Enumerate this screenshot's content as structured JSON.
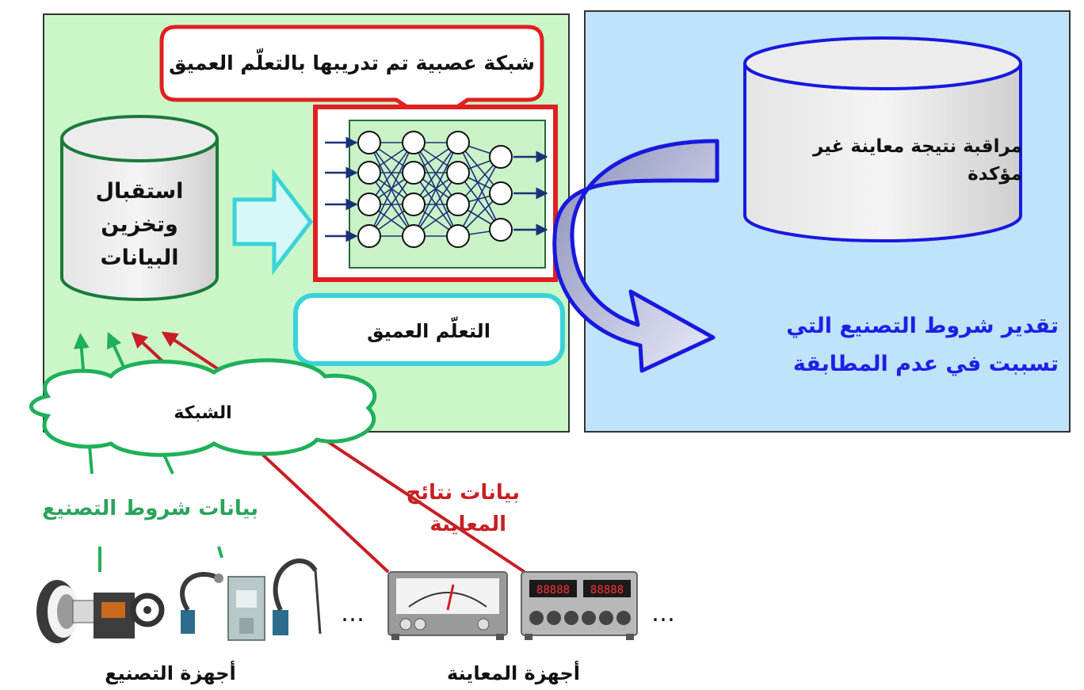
{
  "colors": {
    "left_panel_fill": "#cbf7c8",
    "right_panel_fill": "#bfe3fb",
    "red_accent": "#e02020",
    "blue_accent": "#1818e0",
    "green_accent": "#1fb05a",
    "cyan_accent": "#39d3d8",
    "text_dark": "#111111",
    "text_red": "#c81e24",
    "text_green": "#2aa35c",
    "text_blue": "#1f1fe6"
  },
  "callout": {
    "label": "شبكة عصبية تم تدريبها بالتعلّم العميق"
  },
  "storage_db": {
    "lines": [
      "استقبال",
      "وتخزين",
      "البيانات"
    ]
  },
  "deep_learning": {
    "label": "التعلّم العميق"
  },
  "monitor_db": {
    "lines": [
      "مراقبة نتيجة معاينة غير",
      "مؤكدة"
    ]
  },
  "output": {
    "lines": [
      "تقدير شروط التصنيع التي",
      "تسببت في عدم المطابقة"
    ]
  },
  "network_cloud": {
    "label": "الشبكة"
  },
  "data_labels": {
    "manufacturing_conditions": "بيانات شروط التصنيع",
    "inspection_results_lines": [
      "بيانات نتائج",
      "المعاينة"
    ]
  },
  "device_groups": {
    "manufacturing": "أجهزة التصنيع",
    "inspection": "أجهزة المعاينة",
    "ellipsis": "…"
  },
  "meter_readout": "88888",
  "icons": [
    "neural-network-icon",
    "database-icon",
    "cloud-icon",
    "lathe-icon",
    "robot-arm-icon",
    "press-machine-icon",
    "analog-meter-icon",
    "digital-meter-icon"
  ]
}
